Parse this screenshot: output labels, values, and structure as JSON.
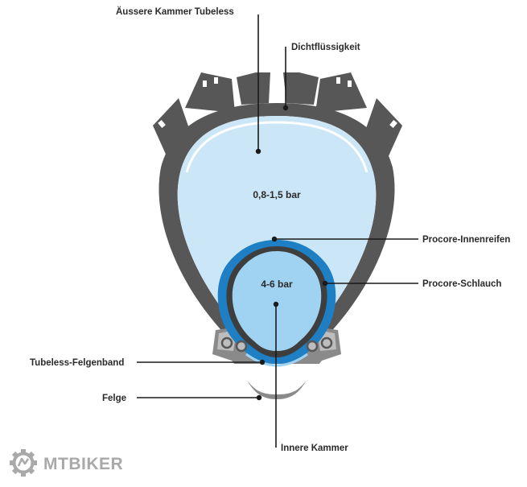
{
  "diagram": {
    "labels": {
      "outer_chamber": "Äussere Kammer Tubeless",
      "sealant": "Dichtflüssigkeit",
      "procore_tire": "Procore-Innenreifen",
      "procore_tube": "Procore-Schlauch",
      "rim_tape": "Tubeless-Felgenband",
      "rim": "Felge",
      "inner_chamber": "Innere Kammer"
    },
    "pressures": {
      "outer": "0,8-1,5 bar",
      "inner": "4-6 bar"
    },
    "colors": {
      "tire": "#575757",
      "outer_air": "#cbe6f7",
      "procore_blue": "#1f7fc4",
      "inner_air": "#9fd3f1",
      "rim": "#bdbdbd",
      "leader": "#1a1a1a"
    }
  },
  "logo": {
    "text": "MTBIKER",
    "icon": "gear-logo-icon"
  }
}
